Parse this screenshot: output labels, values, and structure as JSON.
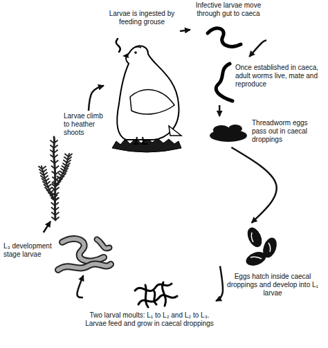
{
  "diagram": {
    "nodes": [
      {
        "text": [
          "Larvae is ingested by feeding grouse"
        ]
      },
      {
        "text": [
          "Infective larvae move through gut to caeca"
        ]
      },
      {
        "text": [
          "Once established in caeca, adult worms live, mate and reproduce"
        ]
      },
      {
        "text": [
          "Threadworm eggs pass out in caecal droppings"
        ]
      },
      {
        "text": [
          "Eggs hatch inside caecal droppings and develop into L₁ larvae"
        ]
      },
      {
        "text": [
          "Two larval moults: L₁ to L₂ and L₂ to L₃. Larvae feed and grow in caecal droppings"
        ]
      },
      {
        "text": [
          "L₃ development stage larvae"
        ]
      },
      {
        "text": [
          "Larvae climb to heather shoots"
        ]
      }
    ],
    "edges": [
      {
        "from": 0,
        "to": 1,
        "arrow": "to"
      },
      {
        "from": 1,
        "to": 2,
        "arrow": "to"
      },
      {
        "from": 2,
        "to": 3,
        "arrow": "to"
      },
      {
        "from": 3,
        "to": 4,
        "arrow": "to"
      },
      {
        "from": 4,
        "to": 5,
        "arrow": "to"
      },
      {
        "from": 5,
        "to": 6,
        "arrow": "to"
      },
      {
        "from": 6,
        "to": 7,
        "arrow": "to"
      },
      {
        "from": 7,
        "to": 0,
        "arrow": "to"
      }
    ]
  }
}
